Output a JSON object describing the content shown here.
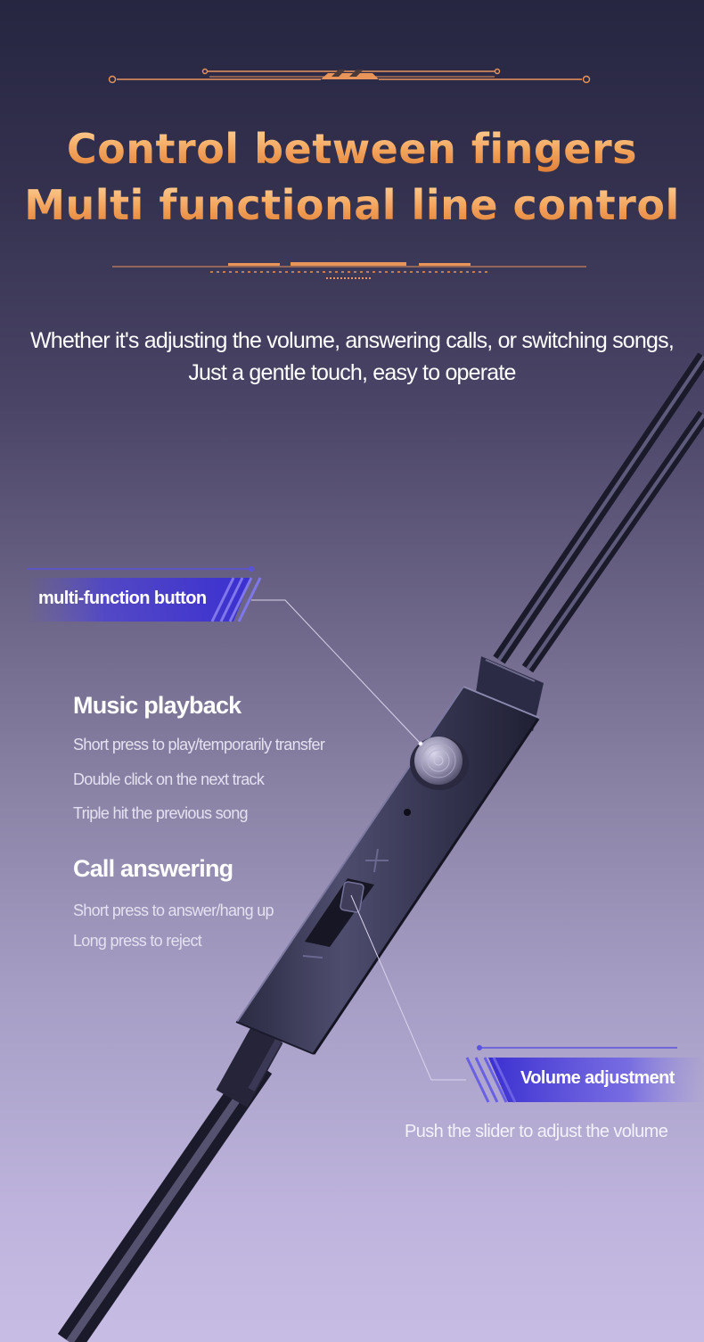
{
  "heading": {
    "line1": "Control between fingers",
    "line2": "Multi functional line control"
  },
  "intro": {
    "line1": "Whether it's adjusting the volume, answering calls, or switching songs,",
    "line2": "Just a gentle touch, easy to operate"
  },
  "callouts": {
    "multi_function_button": "multi-function button",
    "volume_adjustment": "Volume adjustment",
    "volume_description": "Push the slider to adjust the volume"
  },
  "features": {
    "music": {
      "title": "Music playback",
      "items": [
        "Short press to play/temporarily transfer",
        "Double click on the next track",
        "Triple hit the previous song"
      ]
    },
    "call": {
      "title": "Call answering",
      "items": [
        "Short press to answer/hang up",
        "Long press to reject"
      ]
    }
  },
  "colors": {
    "accent_orange": "#f2a25a",
    "tag_blue": "#4437d8",
    "background_top": "#262641",
    "background_bottom": "#c7bde4"
  }
}
